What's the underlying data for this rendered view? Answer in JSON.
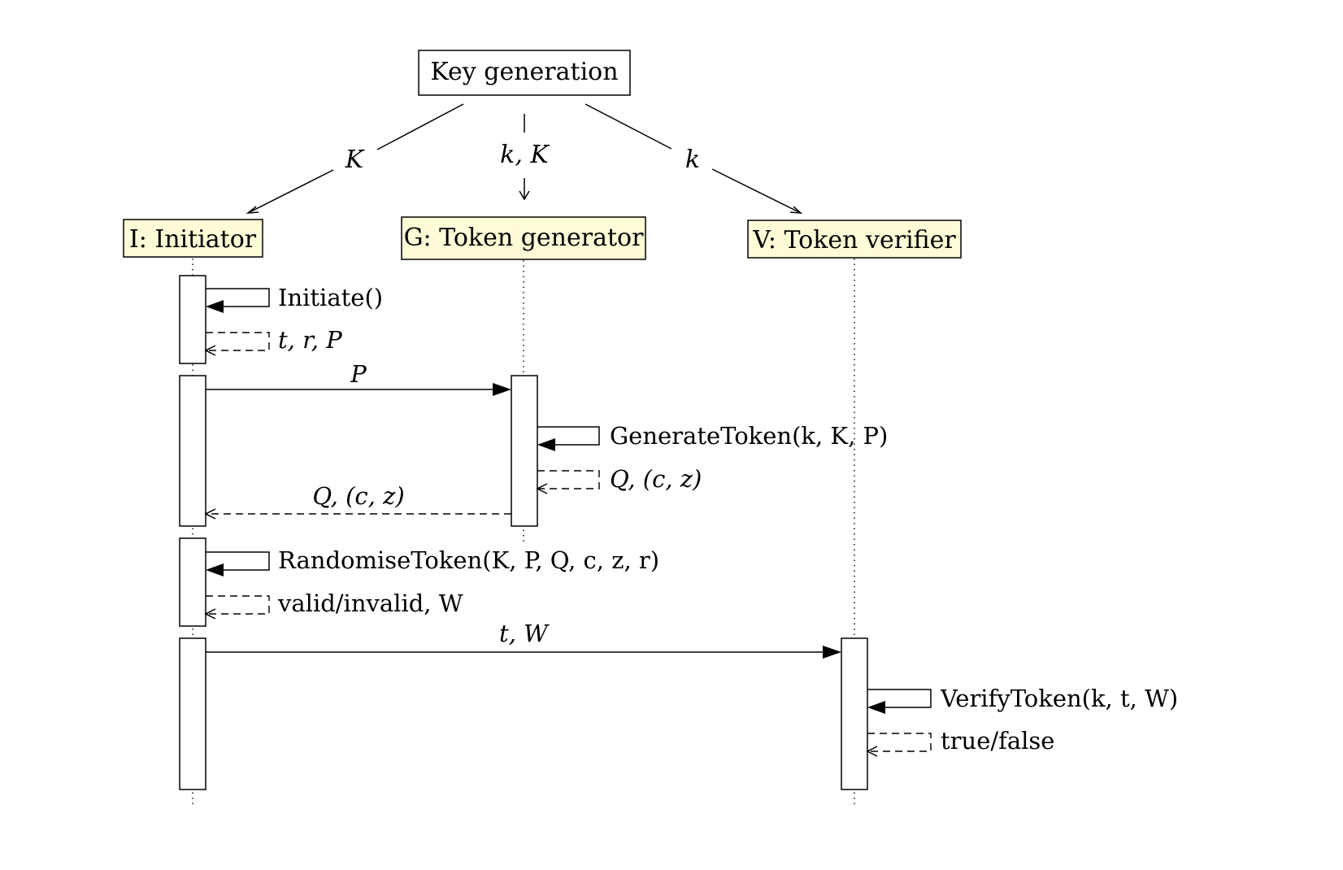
{
  "key_generation": {
    "label": "Key generation",
    "arrows": [
      {
        "target": "initiator",
        "label": "K"
      },
      {
        "target": "generator",
        "label": "k, K"
      },
      {
        "target": "verifier",
        "label": "k"
      }
    ]
  },
  "participants": [
    {
      "id": "initiator",
      "label": "I: Initiator"
    },
    {
      "id": "generator",
      "label": "G: Token generator"
    },
    {
      "id": "verifier",
      "label": "V: Token verifier"
    }
  ],
  "messages": [
    {
      "id": "initiate-call",
      "from": "initiator",
      "to": "initiator",
      "kind": "call",
      "label": "Initiate()"
    },
    {
      "id": "initiate-return",
      "from": "initiator",
      "to": "initiator",
      "kind": "return",
      "label": "t, r, P"
    },
    {
      "id": "send-p",
      "from": "initiator",
      "to": "generator",
      "kind": "call",
      "label": "P"
    },
    {
      "id": "generate-call",
      "from": "generator",
      "to": "generator",
      "kind": "call",
      "label": "GenerateToken(k, K, P)"
    },
    {
      "id": "generate-return",
      "from": "generator",
      "to": "generator",
      "kind": "return",
      "label": "Q, (c, z)"
    },
    {
      "id": "reply-q",
      "from": "generator",
      "to": "initiator",
      "kind": "return",
      "label": "Q, (c, z)"
    },
    {
      "id": "randomise-call",
      "from": "initiator",
      "to": "initiator",
      "kind": "call",
      "label": "RandomiseToken(K, P, Q, c, z, r)"
    },
    {
      "id": "randomise-return",
      "from": "initiator",
      "to": "initiator",
      "kind": "return",
      "label": "valid/invalid, W"
    },
    {
      "id": "send-tw",
      "from": "initiator",
      "to": "verifier",
      "kind": "call",
      "label": "t, W"
    },
    {
      "id": "verify-call",
      "from": "verifier",
      "to": "verifier",
      "kind": "call",
      "label": "VerifyToken(k, t, W)"
    },
    {
      "id": "verify-return",
      "from": "verifier",
      "to": "verifier",
      "kind": "return",
      "label": "true/false"
    }
  ]
}
